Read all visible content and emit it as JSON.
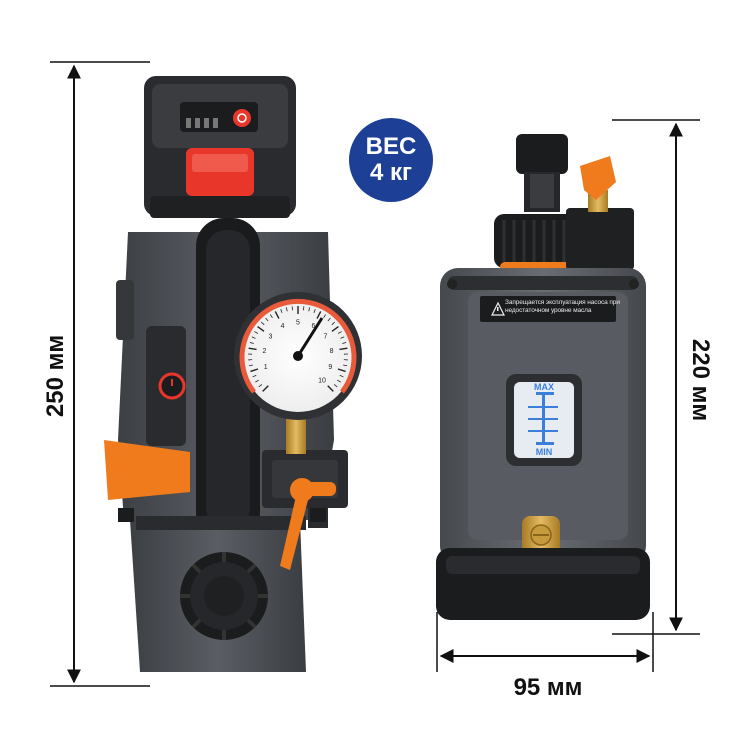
{
  "dimensions": {
    "height_left": "250 мм",
    "height_right": "220 мм",
    "width_bottom": "95 мм"
  },
  "weight_badge": {
    "line1": "ВЕС",
    "line2": "4 кг",
    "color": "#1d3f95"
  },
  "warning_label": {
    "text": "Запрещается эксплуатация насоса при недостаточном уровне масла"
  },
  "level_window": {
    "max": "MAX",
    "min": "MIN"
  },
  "gauge": {
    "scale_labels": [
      "1",
      "2",
      "3",
      "4",
      "5",
      "6",
      "7",
      "8",
      "9",
      "10"
    ]
  },
  "colors": {
    "body": "#4a4d52",
    "body_dark": "#2c2e31",
    "accent_orange": "#f07b1d",
    "battery_red": "#e8362b",
    "brass": "#c79a3d"
  }
}
